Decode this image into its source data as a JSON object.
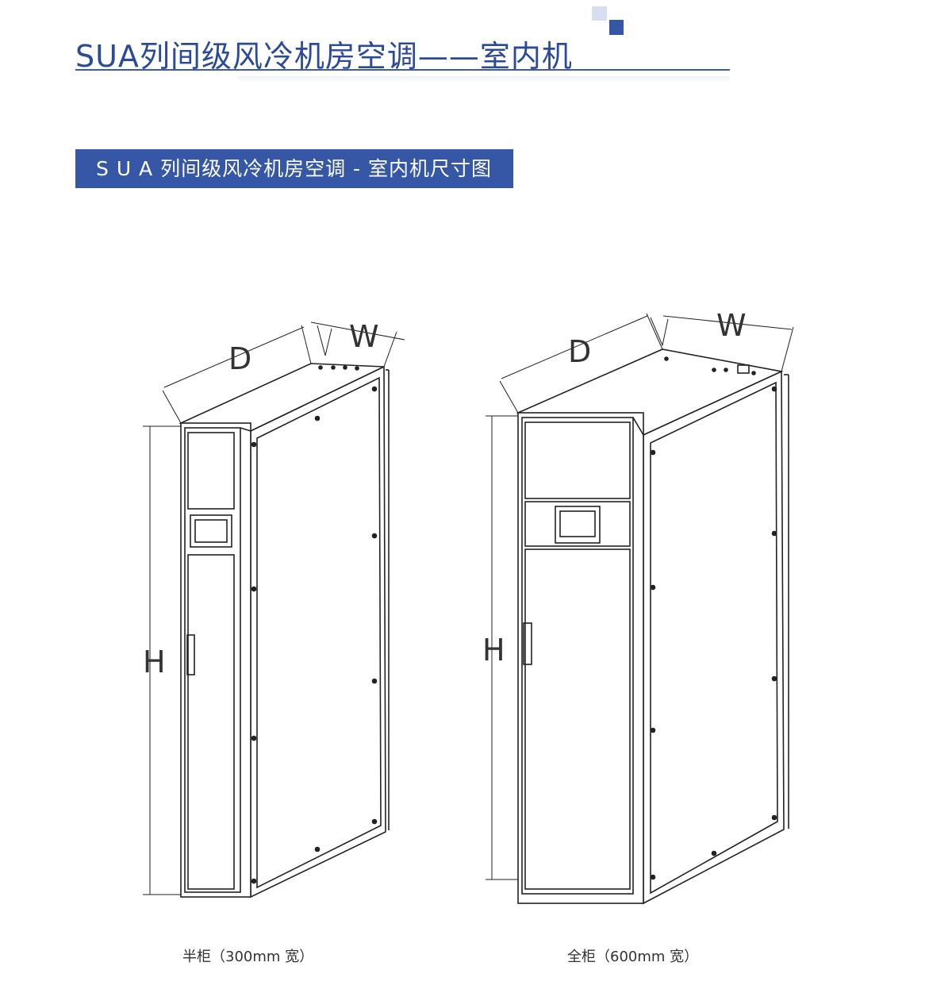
{
  "page": {
    "title": "SUA列间级风冷机房空调——室内机",
    "section_banner": "S U A 列间级风冷机房空调 - 室内机尺寸图"
  },
  "units": [
    {
      "caption": "半柜（300mm 宽）",
      "dim_d": "D",
      "dim_w": "W",
      "dim_h": "H"
    },
    {
      "caption": "全柜（600mm 宽）",
      "dim_d": "D",
      "dim_w": "W",
      "dim_h": "H"
    }
  ],
  "colors": {
    "brand": "#3557a6",
    "title": "#2b4a98",
    "line": "#222222"
  }
}
